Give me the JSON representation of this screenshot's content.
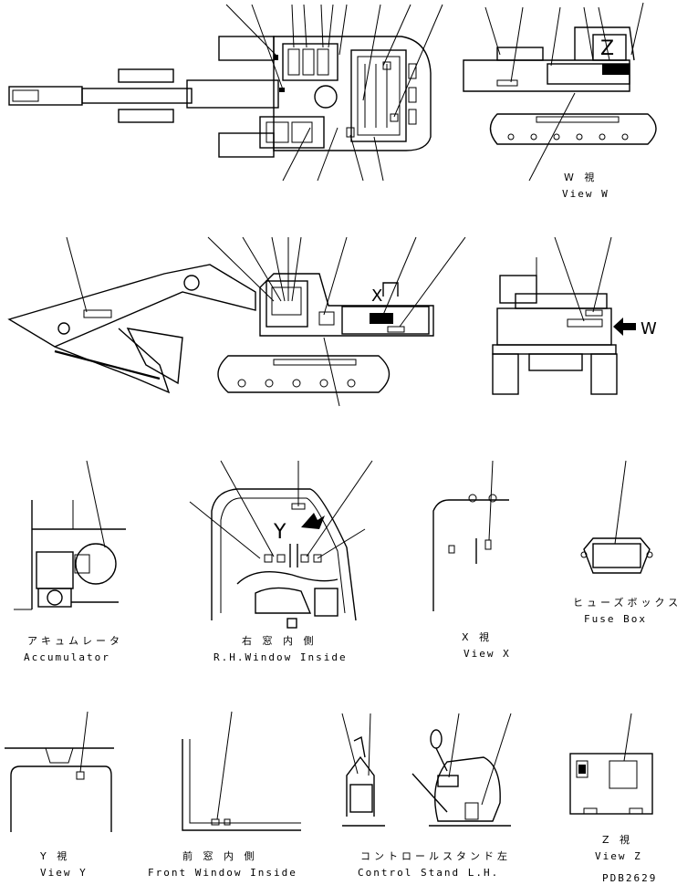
{
  "labels": {
    "view_w_jp": "W  視",
    "view_w_en": "View W",
    "accumulator_jp": "アキュムレータ",
    "accumulator_en": "Accumulator",
    "rh_window_jp": "右 窓 内 側",
    "rh_window_en": "R.H.Window Inside",
    "view_x_jp": "X  視",
    "view_x_en": "View X",
    "fuse_box_jp": "ヒューズボックス",
    "fuse_box_en": "Fuse Box",
    "view_y_jp": "Y  視",
    "view_y_en": "View Y",
    "front_window_jp": "前 窓 内 側",
    "front_window_en": "Front Window Inside",
    "control_stand_jp": "コントロールスタンド左",
    "control_stand_en": "Control Stand L.H.",
    "view_z_jp": "Z  視",
    "view_z_en": "View Z",
    "drawing_number": "PDB2629"
  },
  "view_letters": {
    "w": "W",
    "x": "X",
    "y": "Y",
    "z": "Z"
  }
}
